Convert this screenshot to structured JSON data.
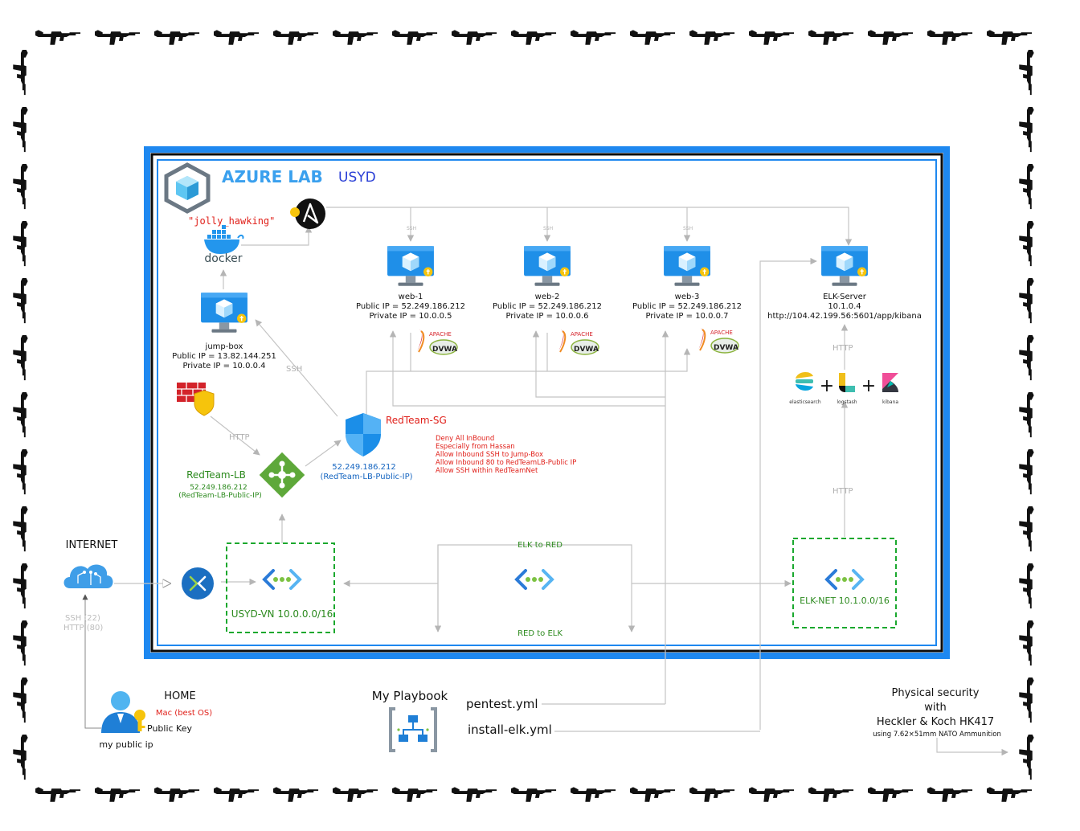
{
  "lab": {
    "title": "AZURE LAB",
    "subtitle": "USYD"
  },
  "colors": {
    "azure_blue": "#1e88f0",
    "red_label": "#e0201a",
    "green_label": "#2c8a1e",
    "net_green": "#1aa82e",
    "ip_blue": "#1565c0"
  },
  "nodes": {
    "container_name": "\"jolly_hawking\"",
    "docker_label": "docker",
    "jumpbox": {
      "name": "jump-box",
      "public_ip": "Public IP = 13.82.144.251",
      "private_ip": "Private IP = 10.0.0.4"
    },
    "web1": {
      "name": "web-1",
      "public_ip": "Public IP = 52.249.186.212",
      "private_ip": "Private IP = 10.0.0.5"
    },
    "web2": {
      "name": "web-2",
      "public_ip": "Public IP = 52.249.186.212",
      "private_ip": "Private IP = 10.0.0.6"
    },
    "web3": {
      "name": "web-3",
      "public_ip": "Public IP = 52.249.186.212",
      "private_ip": "Private IP = 10.0.0.7"
    },
    "elk": {
      "name": "ELK-Server",
      "ip": "10.1.0.4",
      "url": "http://104.42.199.56:5601/app/kibana"
    },
    "apache_label": "APACHE",
    "dvwa_label": "DVWA",
    "elk_stack": [
      "elasticsearch",
      "logstash",
      "kibana"
    ],
    "plus": "+",
    "lb": {
      "name": "RedTeam-LB",
      "ip": "52.249.186.212",
      "ip_name": "(RedTeam-LB-Public-IP)"
    },
    "sg": {
      "name": "RedTeam-SG",
      "ip": "52.249.186.212",
      "ip_name": "(RedTeam-LB-Public-IP)"
    },
    "sg_rules": [
      "Deny All InBound",
      "Especially from Hassan",
      "Allow Inbound SSH to Jump-Box",
      "Allow Inbound 80 to RedTeamLB-Public IP",
      "Allow SSH within RedTeamNet"
    ],
    "usyd_vn": "USYD-VN 10.0.0.0/16",
    "elk_net": "ELK-NET 10.1.0.0/16",
    "peer_top": "ELK to RED",
    "peer_bottom": "RED to ELK",
    "internet": "INTERNET",
    "internet_ports": [
      "SSH (22)",
      "HTTP (80)"
    ],
    "home": "HOME",
    "mac": "Mac (best OS)",
    "public_key": "Public Key",
    "my_ip": "my public ip"
  },
  "edge_labels": {
    "ssh": "SSH",
    "http": "HTTP",
    "ssh_small": "SSH"
  },
  "playbook": {
    "title": "My Playbook",
    "files": [
      "pentest.yml",
      "install-elk.yml"
    ]
  },
  "security": {
    "line1": "Physical security",
    "line2": "with",
    "line3": "Heckler & Koch HK417",
    "line4": "using 7.62×51mm NATO Ammunition"
  },
  "border_icon": "rifle-icon"
}
